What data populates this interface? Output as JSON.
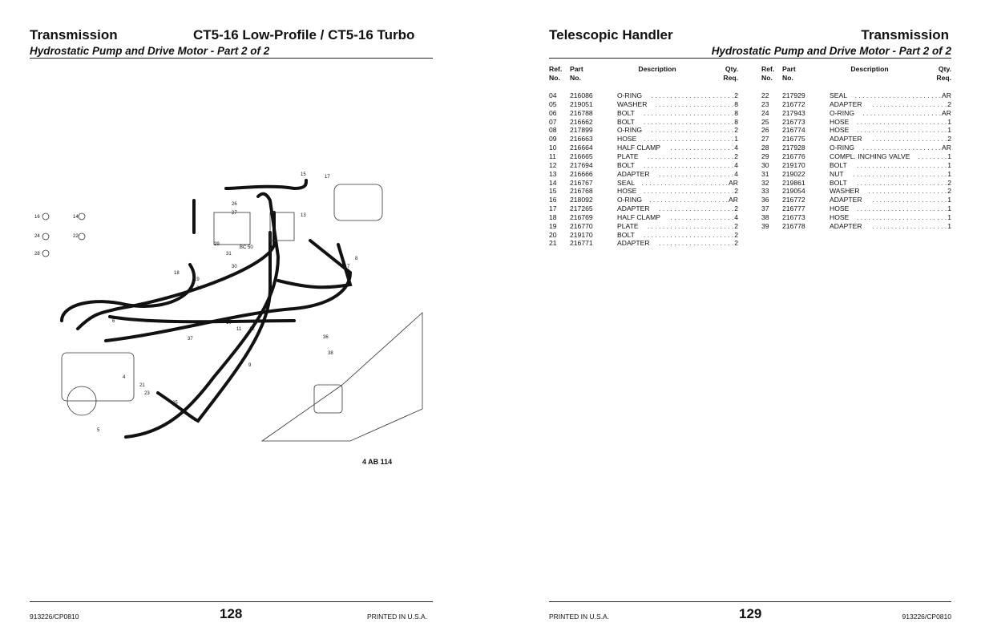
{
  "left_page": {
    "section": "Transmission",
    "model": "CT5-16 Low-Profile / CT5-16 Turbo",
    "subtitle": "Hydrostatic Pump and Drive Motor - Part 2 of 2",
    "figure_id": "4 AB 114",
    "footer": {
      "doc_code": "913226/CP0810",
      "page_number": "128",
      "printed": "PRINTED IN U.S.A."
    }
  },
  "right_page": {
    "section": "Telescopic Handler",
    "category": "Transmission",
    "subtitle": "Hydrostatic Pump and Drive Motor - Part 2 of 2",
    "footer": {
      "doc_code": "913226/CP0810",
      "page_number": "129",
      "printed": "PRINTED IN U.S.A."
    }
  },
  "table_headers": {
    "ref": "Ref.",
    "ref2": "No.",
    "part": "Part",
    "part2": "No.",
    "desc": "Description",
    "qty": "Qty.",
    "qty2": "Req."
  },
  "parts_left": [
    {
      "ref": "04",
      "part": "216086",
      "desc": "O-RING",
      "qty": "2"
    },
    {
      "ref": "05",
      "part": "219051",
      "desc": "WASHER",
      "qty": "8"
    },
    {
      "ref": "06",
      "part": "216788",
      "desc": "BOLT",
      "qty": "8"
    },
    {
      "ref": "07",
      "part": "216662",
      "desc": "BOLT",
      "qty": "8"
    },
    {
      "ref": "08",
      "part": "217899",
      "desc": "O-RING",
      "qty": "2"
    },
    {
      "ref": "09",
      "part": "216663",
      "desc": "HOSE",
      "qty": "1"
    },
    {
      "ref": "10",
      "part": "216664",
      "desc": "HALF CLAMP",
      "qty": "4"
    },
    {
      "ref": "11",
      "part": "216665",
      "desc": "PLATE",
      "qty": "2"
    },
    {
      "ref": "12",
      "part": "217694",
      "desc": "BOLT",
      "qty": "4"
    },
    {
      "ref": "13",
      "part": "216666",
      "desc": "ADAPTER",
      "qty": "4"
    },
    {
      "ref": "14",
      "part": "216767",
      "desc": "SEAL",
      "qty": "AR"
    },
    {
      "ref": "15",
      "part": "216768",
      "desc": "HOSE",
      "qty": "2"
    },
    {
      "ref": "16",
      "part": "218092",
      "desc": "O-RING",
      "qty": "AR"
    },
    {
      "ref": "17",
      "part": "217265",
      "desc": "ADAPTER",
      "qty": "2"
    },
    {
      "ref": "18",
      "part": "216769",
      "desc": "HALF CLAMP",
      "qty": "4"
    },
    {
      "ref": "19",
      "part": "216770",
      "desc": "PLATE",
      "qty": "2"
    },
    {
      "ref": "20",
      "part": "219170",
      "desc": "BOLT",
      "qty": "2"
    },
    {
      "ref": "21",
      "part": "216771",
      "desc": "ADAPTER",
      "qty": "2"
    }
  ],
  "parts_right": [
    {
      "ref": "22",
      "part": "217929",
      "desc": "SEAL",
      "qty": "AR"
    },
    {
      "ref": "23",
      "part": "216772",
      "desc": "ADAPTER",
      "qty": "2"
    },
    {
      "ref": "24",
      "part": "217943",
      "desc": "O-RING",
      "qty": "AR"
    },
    {
      "ref": "25",
      "part": "216773",
      "desc": "HOSE",
      "qty": "1"
    },
    {
      "ref": "26",
      "part": "216774",
      "desc": "HOSE",
      "qty": "1"
    },
    {
      "ref": "27",
      "part": "216775",
      "desc": "ADAPTER",
      "qty": "2"
    },
    {
      "ref": "28",
      "part": "217928",
      "desc": "O-RING",
      "qty": "AR"
    },
    {
      "ref": "29",
      "part": "216776",
      "desc": "COMPL. INCHING VALVE",
      "qty": "1"
    },
    {
      "ref": "30",
      "part": "219170",
      "desc": "BOLT",
      "qty": "1"
    },
    {
      "ref": "31",
      "part": "219022",
      "desc": "NUT",
      "qty": "1"
    },
    {
      "ref": "32",
      "part": "219861",
      "desc": "BOLT",
      "qty": "2"
    },
    {
      "ref": "33",
      "part": "219054",
      "desc": "WASHER",
      "qty": "2"
    },
    {
      "ref": "36",
      "part": "216772",
      "desc": "ADAPTER",
      "qty": "1"
    },
    {
      "ref": "37",
      "part": "216777",
      "desc": "HOSE",
      "qty": "1"
    },
    {
      "ref": "38",
      "part": "216773",
      "desc": "HOSE",
      "qty": "1"
    },
    {
      "ref": "39",
      "part": "216778",
      "desc": "ADAPTER",
      "qty": "1"
    }
  ],
  "diagram": {
    "callouts": [
      "16",
      "14",
      "24",
      "22",
      "28",
      "26",
      "27",
      "18",
      "19",
      "20",
      "13",
      "15",
      "17",
      "6",
      "7",
      "8",
      "37",
      "9",
      "10",
      "11",
      "12",
      "25",
      "4",
      "5",
      "29",
      "31",
      "30",
      "36",
      "38",
      "21",
      "23",
      "BC 50"
    ]
  }
}
